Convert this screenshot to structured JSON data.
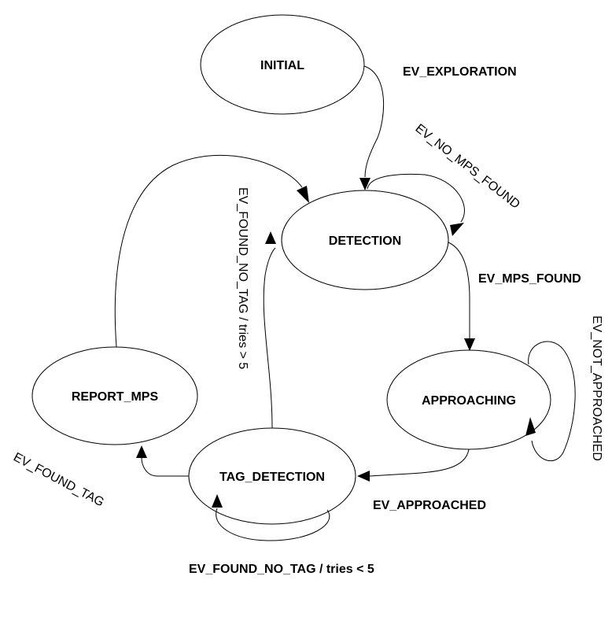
{
  "colors": {
    "stroke": "#000000",
    "fill": "#ffffff",
    "background": "#ffffff"
  },
  "states": {
    "initial": "INITIAL",
    "detection": "DETECTION",
    "approaching": "APPROACHING",
    "tag_detection": "TAG_DETECTION",
    "report_mps": "REPORT_MPS"
  },
  "transitions": {
    "exploration": "EV_EXPLORATION",
    "no_mps_found": "EV_NO_MPS_FOUND",
    "mps_found": "EV_MPS_FOUND",
    "not_approached": "EV_NOT_APPROACHED",
    "approached": "EV_APPROACHED",
    "found_no_tag_gt": "EV_FOUND_NO_TAG / tries > 5",
    "found_no_tag_lt": "EV_FOUND_NO_TAG / tries < 5",
    "found_tag": "EV_FOUND_TAG"
  }
}
